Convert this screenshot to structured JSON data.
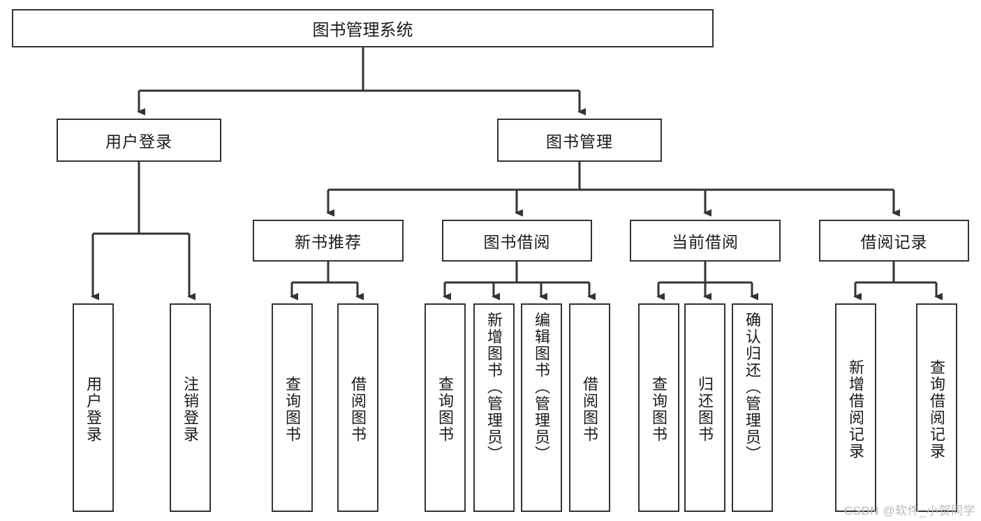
{
  "diagram": {
    "title": "图书管理系统",
    "type": "tree-structure-chart",
    "root": {
      "id": "root",
      "label": "图书管理系统"
    },
    "level2": [
      {
        "id": "user-login",
        "label": "用户登录"
      },
      {
        "id": "book-manage",
        "label": "图书管理"
      }
    ],
    "level3": [
      {
        "id": "new-book-rec",
        "label": "新书推荐"
      },
      {
        "id": "book-borrow",
        "label": "图书借阅"
      },
      {
        "id": "current-borrow",
        "label": "当前借阅"
      },
      {
        "id": "borrow-record",
        "label": "借阅记录"
      }
    ],
    "leaves": [
      {
        "id": "leaf-user-login",
        "label": "用户登录",
        "parent": "user-login"
      },
      {
        "id": "leaf-logout",
        "label": "注销登录",
        "parent": "user-login"
      },
      {
        "id": "leaf-query-book-1",
        "label": "查询图书",
        "parent": "new-book-rec"
      },
      {
        "id": "leaf-borrow-book-1",
        "label": "借阅图书",
        "parent": "new-book-rec"
      },
      {
        "id": "leaf-query-book-2",
        "label": "查询图书",
        "parent": "book-borrow"
      },
      {
        "id": "leaf-add-book",
        "label": "新增图书（管理员）",
        "parent": "book-borrow"
      },
      {
        "id": "leaf-edit-book",
        "label": "编辑图书（管理员）",
        "parent": "book-borrow"
      },
      {
        "id": "leaf-borrow-book-2",
        "label": "借阅图书",
        "parent": "book-borrow"
      },
      {
        "id": "leaf-query-book-3",
        "label": "查询图书",
        "parent": "current-borrow"
      },
      {
        "id": "leaf-return-book",
        "label": "归还图书",
        "parent": "current-borrow"
      },
      {
        "id": "leaf-confirm-return",
        "label": "确认归还（管理员）",
        "parent": "current-borrow"
      },
      {
        "id": "leaf-add-record",
        "label": "新增借阅记录",
        "parent": "borrow-record"
      },
      {
        "id": "leaf-query-record",
        "label": "查询借阅记录",
        "parent": "borrow-record"
      }
    ],
    "watermark": "CSDN @软件_小贺同学",
    "colors": {
      "stroke": "#333333",
      "fill": "#ffffff",
      "text": "#1a1a1a",
      "watermark": "#b9b9b9"
    }
  }
}
